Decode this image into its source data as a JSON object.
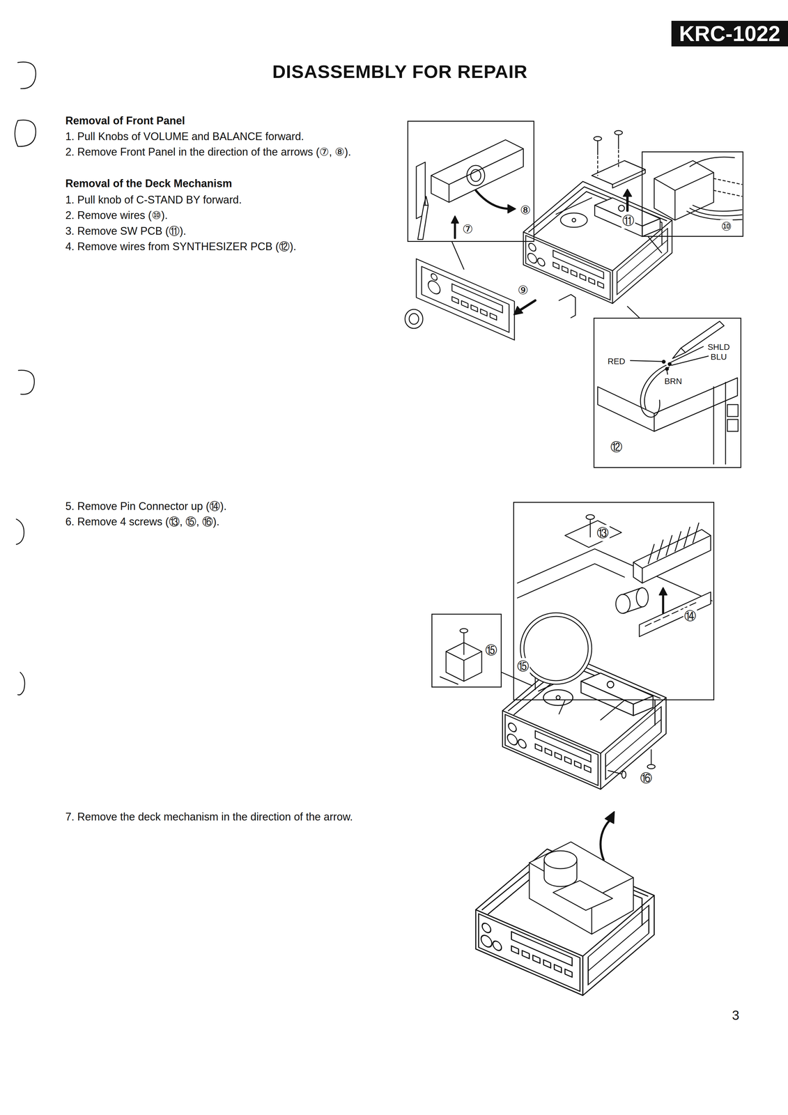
{
  "diagram": {
    "title": "DISASSEMBLY FOR REPAIR",
    "nodes": [
      {
        "text": [
          "⑦",
          "⑧"
        ]
      },
      {
        "text": [
          "⑩"
        ]
      },
      {
        "text": [
          "SHLD",
          "RED",
          "BLU",
          "BRN",
          "⑫"
        ]
      },
      {
        "text": [
          "⑬",
          "⑭"
        ]
      },
      {
        "text": [
          "⑮"
        ]
      }
    ],
    "labels": [
      "KRC-1022",
      "Removal of Front Panel",
      "1. Pull Knobs of VOLUME and BALANCE forward.",
      "2. Remove Front Panel in the direction of the arrows (⑦, ⑧).",
      "Removal of the Deck Mechanism",
      "1. Pull knob of C-STAND BY forward.",
      "2. Remove wires (⑩).",
      "3. Remove SW PCB (⑪).",
      "4. Remove wires from SYNTHESIZER PCB (⑫).",
      "⑪",
      "⑨",
      "5. Remove Pin Connector up (⑭).",
      "6. Remove 4 screws (⑬, ⑮, ⑯).",
      "⑮",
      "⑯",
      "7. Remove the deck mechanism in the direction of the arrow.",
      "3"
    ]
  }
}
